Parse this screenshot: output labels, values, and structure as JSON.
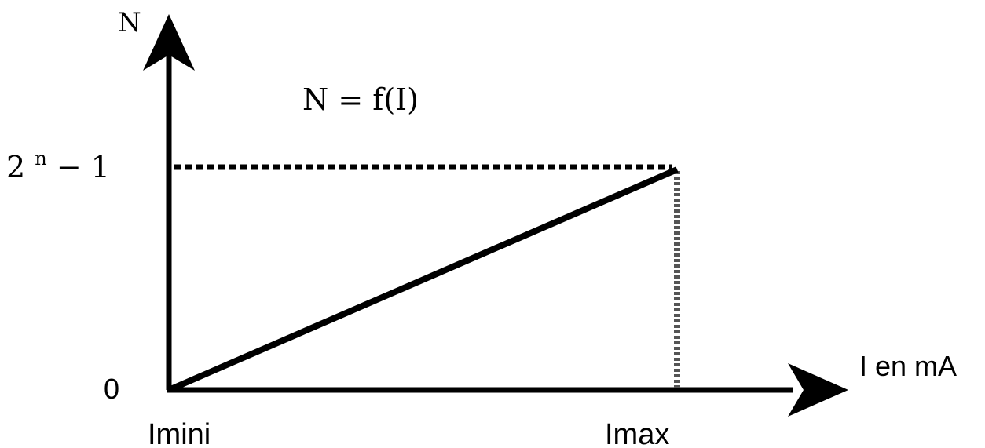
{
  "labels": {
    "y_axis": "N",
    "x_axis": "I en mA",
    "formula": "N = f(I)",
    "y_max_base": "2",
    "y_max_exp": "n",
    "y_max_rest": " − 1",
    "y_zero": "0",
    "x_min": "Imini",
    "x_max": "Imax"
  },
  "colors": {
    "stroke": "#000000",
    "dotted_vertical": "#555555",
    "text": "#000000"
  }
}
